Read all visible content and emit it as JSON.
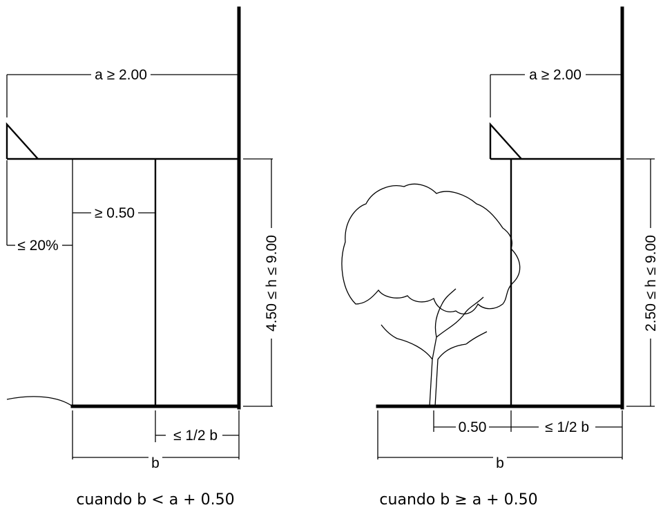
{
  "left_section": {
    "dim_a": "a ≥ 2.00",
    "dim_sidewalk": "≥ 0.50",
    "dim_slope": "≤ 20%",
    "dim_h": "4.50 ≤ h ≤ 9.00",
    "dim_half_b": "≤ 1/2 b",
    "dim_b": "b",
    "caption": "cuando b < a + 0.50"
  },
  "right_section": {
    "dim_a": "a ≥ 2.00",
    "dim_tree_gap": "0.50",
    "dim_h": "2.50 ≤ h ≤ 9.00",
    "dim_half_b": "≤ 1/2 b",
    "dim_b": "b",
    "caption": "cuando b ≥ a + 0.50"
  },
  "icons": {
    "tree": "tree-icon",
    "awning_left": "awning-bracket-icon",
    "awning_right": "awning-bracket-icon"
  }
}
